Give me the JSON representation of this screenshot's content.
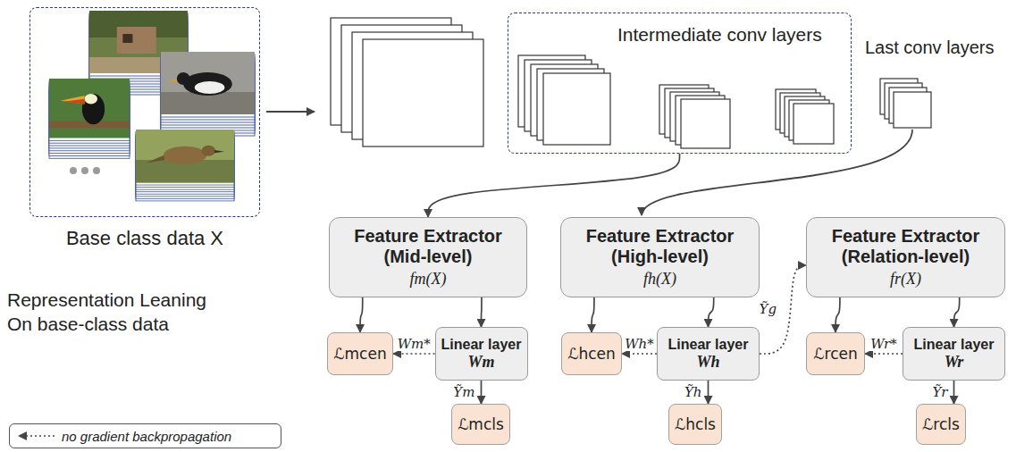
{
  "diagram": {
    "nodes": [
      {
        "text": [
          "Base class data X"
        ]
      },
      {
        "text": [
          "Intermediate conv layers"
        ]
      },
      {
        "text": [
          "Feature Extractor (Mid-level)",
          "fm(X)"
        ]
      },
      {
        "text": [
          "Feature Extractor (High-level)",
          "fh(X)"
        ]
      },
      {
        "text": [
          "Feature Extractor (Relation-level)",
          "fr(X)"
        ]
      },
      {
        "text": [
          "ℒmcen"
        ]
      },
      {
        "text": [
          "Linear layer",
          "Wm"
        ]
      },
      {
        "text": [
          "ℒmcls"
        ]
      },
      {
        "text": [
          "ℒhcen"
        ]
      },
      {
        "text": [
          "Linear layer",
          "Wh"
        ]
      },
      {
        "text": [
          "ℒhcls"
        ]
      },
      {
        "text": [
          "ℒrcen"
        ]
      },
      {
        "text": [
          "Linear layer",
          "Wr"
        ]
      },
      {
        "text": [
          "ℒrcls"
        ]
      }
    ],
    "edges": [
      {
        "from": 1,
        "to": 2,
        "arrow": "to"
      },
      {
        "from": 2,
        "to": 5,
        "arrow": "to"
      },
      {
        "from": 2,
        "to": 6,
        "arrow": "to"
      },
      {
        "from": 6,
        "to": 5,
        "arrow": "to",
        "label": "Wm*"
      },
      {
        "from": 6,
        "to": 7,
        "arrow": "to",
        "label": "Ỹm"
      },
      {
        "from": 3,
        "to": 8,
        "arrow": "to"
      },
      {
        "from": 3,
        "to": 9,
        "arrow": "to"
      },
      {
        "from": 9,
        "to": 8,
        "arrow": "to",
        "label": "Wh*"
      },
      {
        "from": 9,
        "to": 10,
        "arrow": "to",
        "label": "Ỹh"
      },
      {
        "from": 9,
        "to": 4,
        "arrow": "to",
        "label": "Ỹg"
      },
      {
        "from": 4,
        "to": 11,
        "arrow": "to"
      },
      {
        "from": 4,
        "to": 12,
        "arrow": "to"
      },
      {
        "from": 12,
        "to": 11,
        "arrow": "to",
        "label": "Wr*"
      },
      {
        "from": 12,
        "to": 13,
        "arrow": "to",
        "label": "Ỹr"
      }
    ],
    "labels": [
      "Last conv layers",
      "Representation Leaning On base-class data"
    ],
    "legend": [
      {
        "text": "no gradient backpropagation"
      }
    ]
  }
}
